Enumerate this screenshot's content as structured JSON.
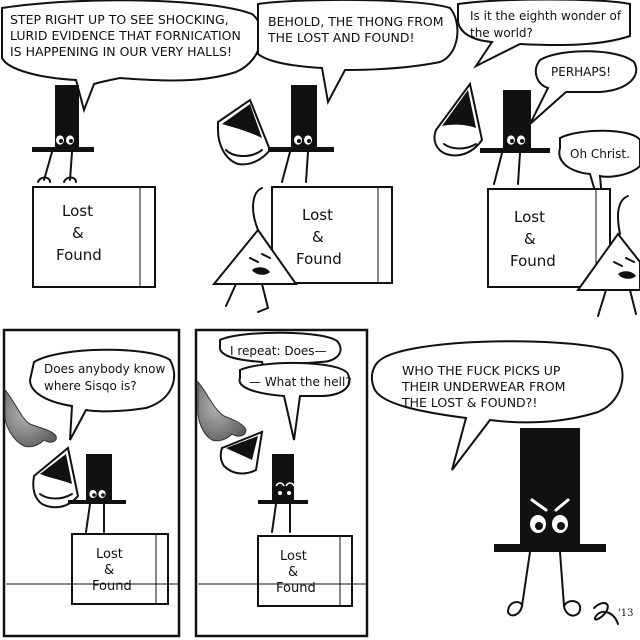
{
  "panels": [
    {
      "speech": [
        [
          "STEP RIGHT UP TO SEE SHOCKING,",
          "LURID EVIDENCE THAT FORNICATION",
          "IS HAPPENING IN OUR VERY HALLS!"
        ]
      ],
      "box_label": [
        "Lost",
        "&",
        "Found"
      ]
    },
    {
      "speech": [
        [
          "BEHOLD, THE THONG FROM",
          "THE LOST AND FOUND!"
        ]
      ],
      "box_label": [
        "Lost",
        "&",
        "Found"
      ]
    },
    {
      "speech": [
        [
          "Is it the eighth wonder of",
          "the world?"
        ],
        [
          "PERHAPS!"
        ],
        [
          "Oh Christ."
        ]
      ],
      "box_label": [
        "Lost",
        "&",
        "Found"
      ]
    },
    {
      "speech": [
        [
          "Does anybody know",
          "where Sisqo is?"
        ]
      ],
      "box_label": [
        "Lost",
        "&",
        "Found"
      ]
    },
    {
      "speech": [
        [
          "I repeat: Does—"
        ],
        [
          "— What the hell?"
        ]
      ],
      "box_label": [
        "Lost",
        "&",
        "Found"
      ]
    },
    {
      "speech": [
        [
          "WHO THE FUCK PICKS UP",
          "THEIR UNDERWEAR FROM",
          "THE LOST & FOUND?!"
        ]
      ],
      "signature": "'13"
    }
  ],
  "colors": {
    "ink": "#111111",
    "paper": "#ffffff",
    "arm": "#8a8a8a"
  }
}
